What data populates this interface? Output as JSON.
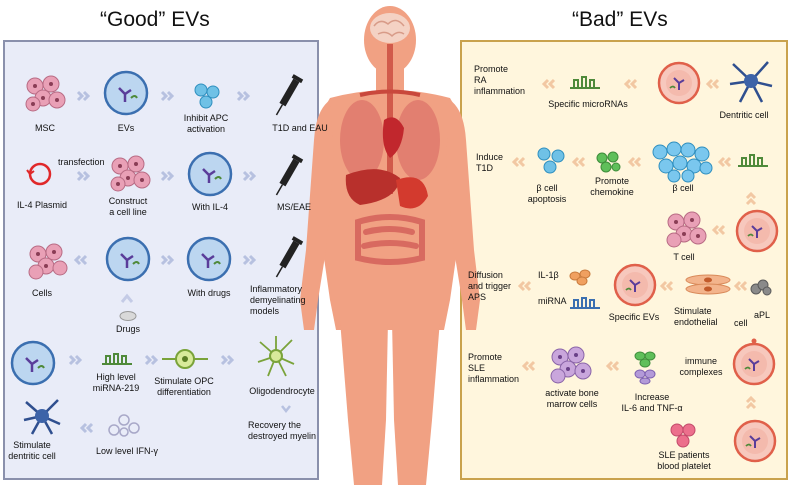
{
  "titles": {
    "good": "“Good” EVs",
    "bad": "“Bad” EVs"
  },
  "good": {
    "row1": {
      "msc": "MSC",
      "evs": "EVs",
      "inhibit": "Inhibit APC\nactivation",
      "outcome": "T1D and EAU"
    },
    "row2": {
      "transfection": "transfection",
      "plasmid": "IL-4 Plasmid",
      "construct": "Construct\na cell line",
      "with_il4": "With IL-4",
      "outcome": "MS/EAE"
    },
    "row3": {
      "cells": "Cells",
      "with_drugs": "With drugs",
      "outcome": "Inflammatory\ndemyelinating\nmodels",
      "drugs": "Drugs"
    },
    "row4": {
      "high_mirna": "High level\nmiRNA-219",
      "stimulate_opc": "Stimulate OPC\ndifferentiation",
      "oligo": "Oligodendrocyte"
    },
    "row5": {
      "stim_dc": "Stimulate\ndentritic cell",
      "low_ifn": "Low level  IFN-γ",
      "recovery": "Recovery the\ndestroyed myelin"
    }
  },
  "bad": {
    "row1": {
      "promote_ra": "Promote\nRA\ninflammation",
      "micro": "Specific microRNAs",
      "dc": "Dentritic cell"
    },
    "row2": {
      "induce": "Induce\nT1D",
      "beta_apop": "β cell\napoptosis",
      "chemokine": "Promote\nchemokine",
      "beta_cell": "β cell"
    },
    "row3": {
      "tcell": "T cell"
    },
    "row4": {
      "diffusion": "Diffusion\nand trigger\nAPS",
      "il1b": "IL-1β",
      "mirna": "miRNA",
      "specific_evs": "Specific EVs",
      "stim_endo": "Stimulate\nendothelial",
      "cell": "cell",
      "apl": "aPL"
    },
    "row5": {
      "promote_sle": "Promote\nSLE\ninflammation",
      "activate_bone": "activate bone\nmarrow cells",
      "increase": "Increase\nIL-6 and TNF-α",
      "immune": "immune\ncomplexes"
    },
    "row6": {
      "sle_patients": "SLE patients\nblood platelet"
    }
  },
  "colors": {
    "good_bg": "#e9ecf8",
    "good_border": "#8a90ac",
    "bad_bg": "#fff6dd",
    "bad_border": "#c9a24d",
    "skin": "#f1a183",
    "chev_good": "#b7c1e0",
    "chev_bad": "#f2c8a3"
  }
}
